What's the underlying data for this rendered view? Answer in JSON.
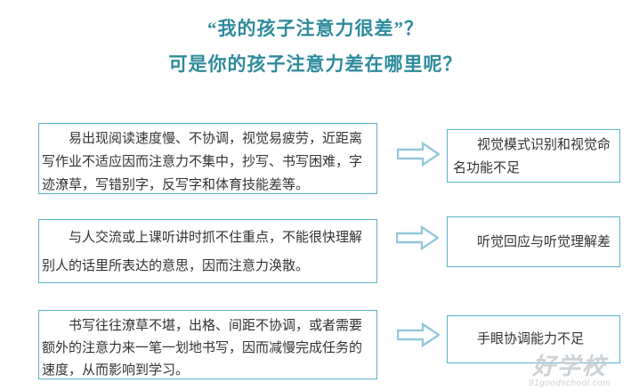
{
  "title": {
    "line1": "“我的孩子注意力很差”？",
    "line2": "可是你的孩子注意力差在哪里呢？"
  },
  "rows": [
    {
      "problem": "易出现阅读速度慢、不协调，视觉易疲劳，近距离写作业不适应因而注意力不集中，抄写、书写困难，字迹潦草，写错别字，反写字和体育技能差等。",
      "cause": "视觉模式识别和视觉命名功能不足"
    },
    {
      "problem": "与人交流或上课听讲时抓不住重点，不能很快理解别人的话里所表达的意思，因而注意力涣散。",
      "cause": "听觉回应与听觉理解差"
    },
    {
      "problem": "书写往往潦草不堪，出格、间距不协调，或者需要额外的注意力来一笔一划地书写，因而减慢完成任务的速度，从而影响到学习。",
      "cause": "手眼协调能力不足"
    }
  ],
  "watermark": {
    "logo": "好学校",
    "site": "91goodschool.com"
  },
  "colors": {
    "title": "#2E8B9C",
    "box-border": "#5BB3CB",
    "arrow": "#93C8DB",
    "text": "#333333",
    "watermark": "#C5CBD0"
  }
}
